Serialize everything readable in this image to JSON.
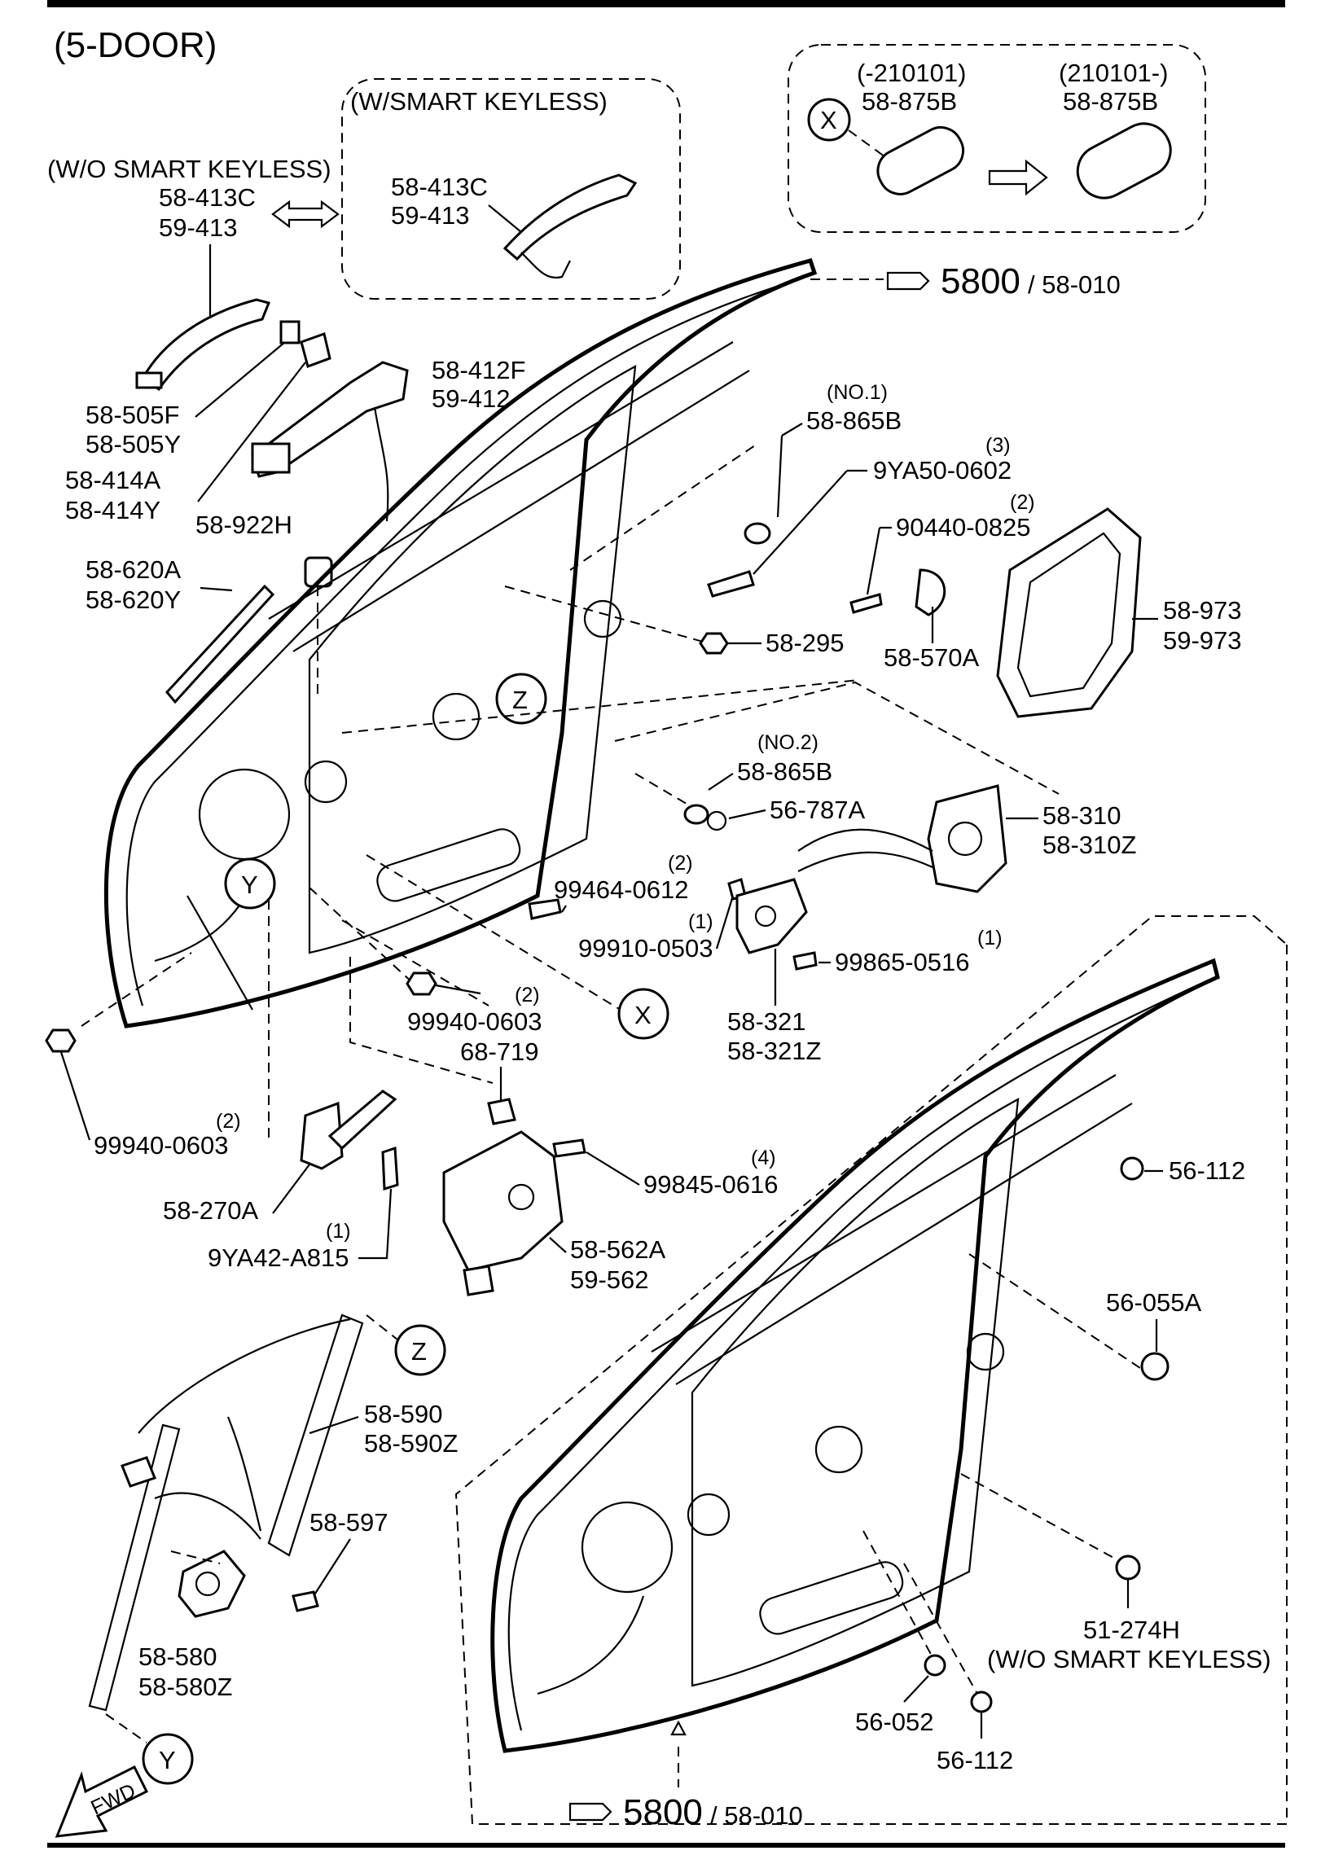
{
  "header": {
    "title": "(5-DOOR)"
  },
  "callouts": {
    "x_letter": "X",
    "y_letter": "Y",
    "z_letter": "Z",
    "fwd": "FWD"
  },
  "inset_x": {
    "left_range": "(-210101)",
    "left_part": "58-875B",
    "right_range": "(210101-)",
    "right_part": "58-875B"
  },
  "inset_smart": {
    "title": "(W/SMART KEYLESS)",
    "part1": "58-413C",
    "part2": "59-413"
  },
  "labels": {
    "wo_smart": "(W/O SMART KEYLESS)",
    "wo_smart_p1": "58-413C",
    "wo_smart_p2": "59-413",
    "p58_505F": "58-505F",
    "p58_505Y": "58-505Y",
    "p58_414A": "58-414A",
    "p58_414Y": "58-414Y",
    "p58_922H": "58-922H",
    "p58_620A": "58-620A",
    "p58_620Y": "58-620Y",
    "p58_412F": "58-412F",
    "p59_412": "59-412",
    "ref_top_big": "5800",
    "ref_top_small": "/ 58-010",
    "no1": "(NO.1)",
    "p58_865B_1": "58-865B",
    "qty3": "(3)",
    "p9YA50": "9YA50-0602",
    "qty2_a": "(2)",
    "p90440": "90440-0825",
    "p58_973": "58-973",
    "p59_973": "59-973",
    "p58_295": "58-295",
    "p58_570A": "58-570A",
    "no2": "(NO.2)",
    "p58_865B_2": "58-865B",
    "p56_787A": "56-787A",
    "p58_310": "58-310",
    "p58_310Z": "58-310Z",
    "qty2_b": "(2)",
    "p99464": "99464-0612",
    "qty1_a": "(1)",
    "p99910": "99910-0503",
    "qty1_b": "(1)",
    "p99865": "99865-0516",
    "p58_321": "58-321",
    "p58_321Z": "58-321Z",
    "qty2_c": "(2)",
    "p99940_a": "99940-0603",
    "p68_719": "68-719",
    "qty2_d": "(2)",
    "p99940_b": "99940-0603",
    "qty4": "(4)",
    "p99845": "99845-0616",
    "p58_270A": "58-270A",
    "qty1_c": "(1)",
    "p9YA42": "9YA42-A815",
    "p58_562A": "58-562A",
    "p59_562": "59-562",
    "p56_112_a": "56-112",
    "p56_055A": "56-055A",
    "p58_590": "58-590",
    "p58_590Z": "58-590Z",
    "p58_597": "58-597",
    "p58_580": "58-580",
    "p58_580Z": "58-580Z",
    "p51_274H": "51-274H",
    "wo_smart_b": "(W/O SMART KEYLESS)",
    "p56_052": "56-052",
    "p56_112_b": "56-112",
    "ref_bot_big": "5800",
    "ref_bot_small": "/ 58-010"
  }
}
